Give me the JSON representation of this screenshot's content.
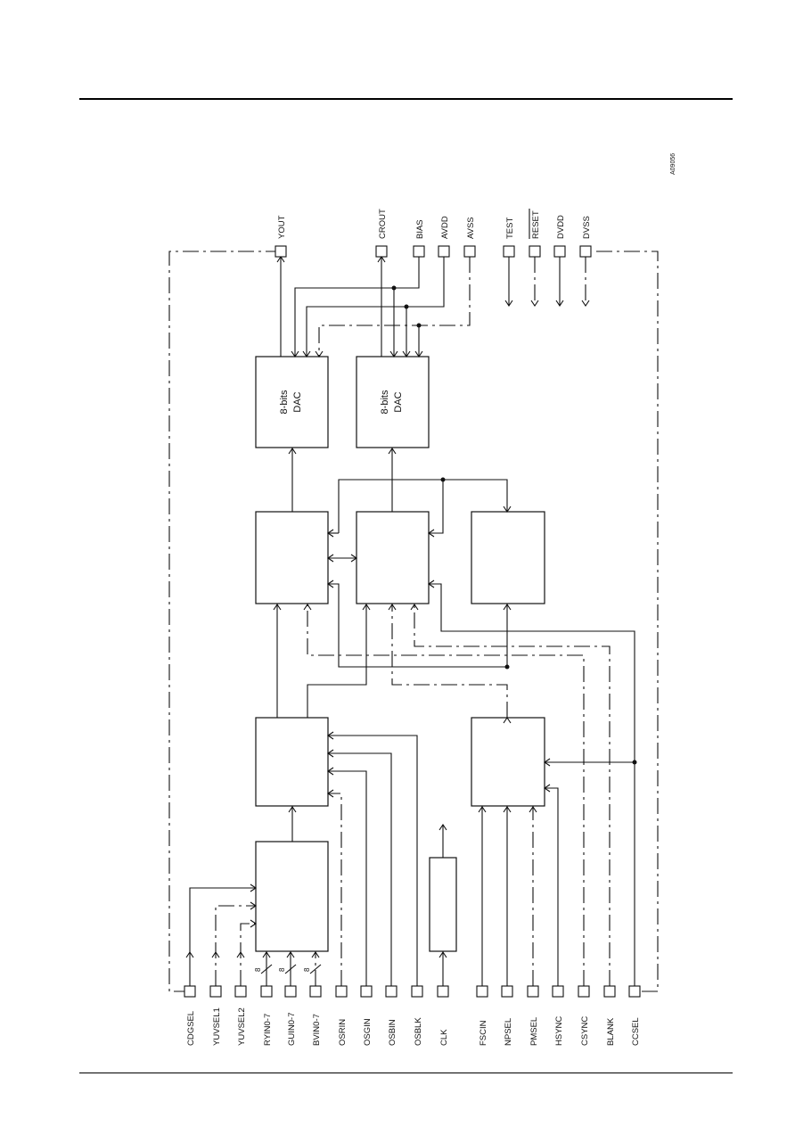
{
  "diagram": {
    "figure_id": "A09056",
    "blocks": [
      {
        "id": "dac_y",
        "lines": [
          "8-bits",
          "DAC"
        ]
      },
      {
        "id": "dac_c",
        "lines": [
          "8-bits",
          "DAC"
        ]
      }
    ],
    "bus_width_labels": [
      "8",
      "8",
      "8"
    ],
    "pins_bottom": [
      {
        "label": "CDGSEL"
      },
      {
        "label": "YUVSEL1"
      },
      {
        "label": "YUVSEL2"
      },
      {
        "label": "RYIN0-7"
      },
      {
        "label": "GUIN0-7"
      },
      {
        "label": "BVIN0-7"
      },
      {
        "label": "OSRIN"
      },
      {
        "label": "OSGIN"
      },
      {
        "label": "OSBIN"
      },
      {
        "label": "OSBLK"
      },
      {
        "label": "CLK"
      },
      {
        "label": "FSCIN"
      },
      {
        "label": "NPSEL"
      },
      {
        "label": "PMSEL"
      },
      {
        "label": "HSYNC"
      },
      {
        "label": "CSYNC"
      },
      {
        "label": "BLANK"
      },
      {
        "label": "CCSEL"
      }
    ],
    "pins_top": [
      {
        "label": "YOUT"
      },
      {
        "label": "CROUT"
      },
      {
        "label": "BIAS"
      },
      {
        "label": "AVDD"
      },
      {
        "label": "AVSS"
      },
      {
        "label": "TEST"
      },
      {
        "label": "RESET"
      },
      {
        "label": "DVDD"
      },
      {
        "label": "DVSS"
      }
    ]
  }
}
